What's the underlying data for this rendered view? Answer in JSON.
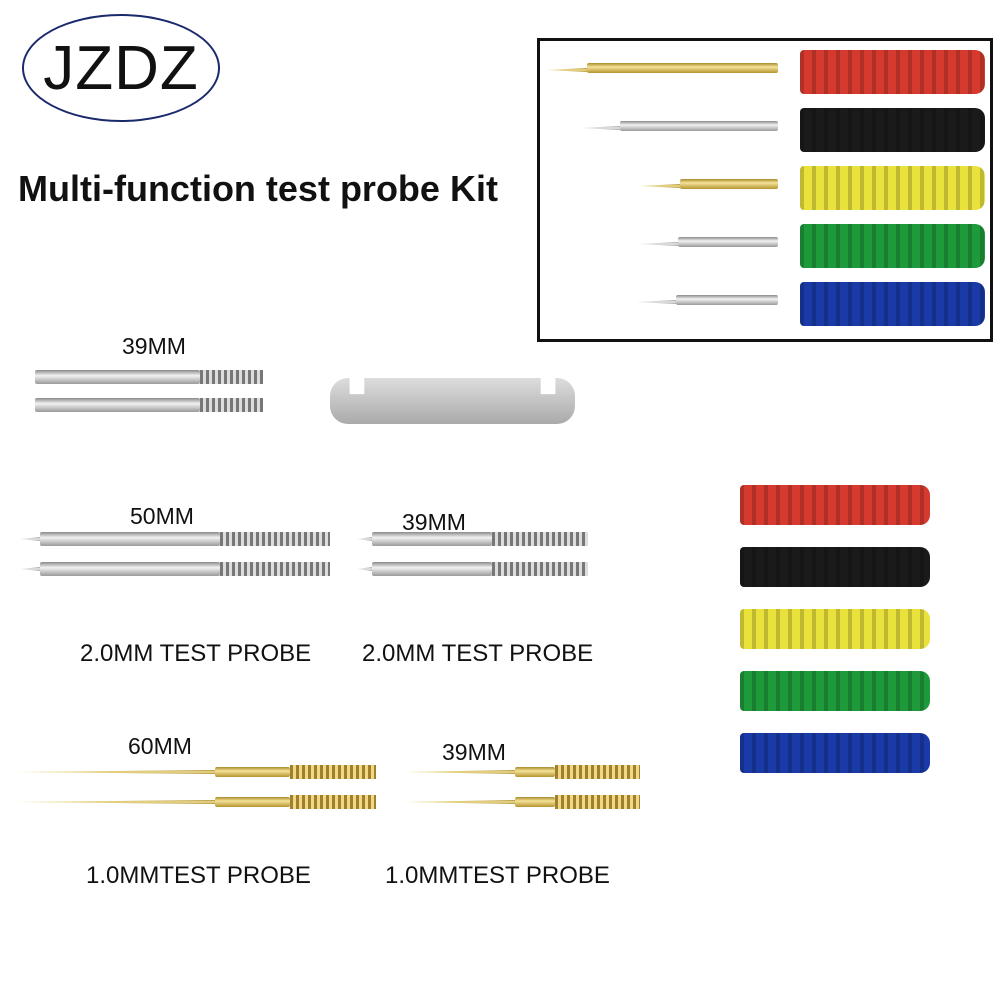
{
  "logo": {
    "text": "JZDZ"
  },
  "title": "Multi-function test probe Kit",
  "labels": {
    "short_39": "39MM",
    "steel_50": "50MM",
    "steel_39": "39MM",
    "gold_60": "60MM",
    "gold_39": "39MM",
    "caption_steel_1": "2.0MM TEST PROBE",
    "caption_steel_2": "2.0MM TEST PROBE",
    "caption_gold_1": "1.0MMTEST PROBE",
    "caption_gold_2": "1.0MMTEST PROBE"
  },
  "colors": {
    "red": "#d63a2e",
    "black": "#1a1a1a",
    "yellow": "#e8e23a",
    "green": "#1f9a3a",
    "blue": "#1a3aa8"
  },
  "handle_colors": [
    "red",
    "black",
    "yellow",
    "green",
    "blue"
  ]
}
